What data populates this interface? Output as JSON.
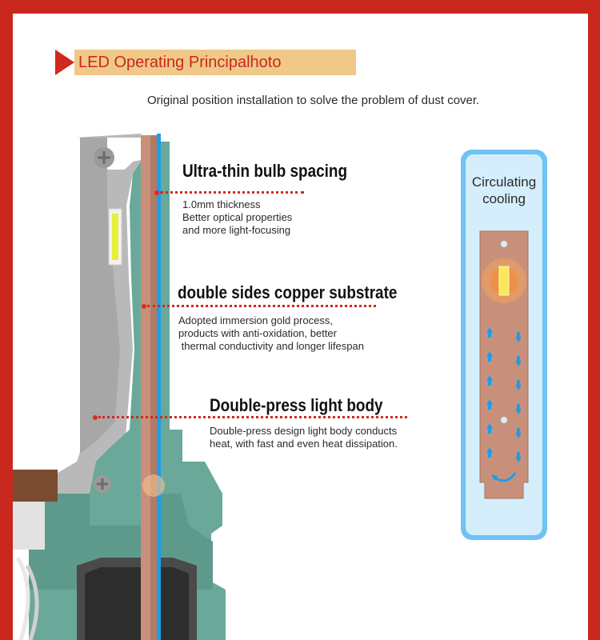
{
  "banner": {
    "title": "LED Operating Principalhoto"
  },
  "subtitle": "Original position installation to solve the problem of dust cover.",
  "features": [
    {
      "heading": "Ultra-thin bulb spacing",
      "lines": [
        "1.0mm thickness",
        "Better optical properties",
        "and more light-focusing"
      ]
    },
    {
      "heading": "double sides copper substrate",
      "lines": [
        "Adopted immersion gold process,",
        "products with anti-oxidation, better",
        " thermal conductivity and longer lifespan"
      ]
    },
    {
      "heading": "Double-press light body",
      "lines": [
        "Double-press design light body conducts",
        "heat, with fast and even heat dissipation."
      ]
    }
  ],
  "cooling_card": {
    "title_line1": "Circulating",
    "title_line2": "cooling"
  },
  "colors": {
    "frame": "#c8281e",
    "banner": "#f0c988",
    "copper": "#c8907a",
    "heatsink": "#6aa89a",
    "card": "#6fc3f2"
  }
}
